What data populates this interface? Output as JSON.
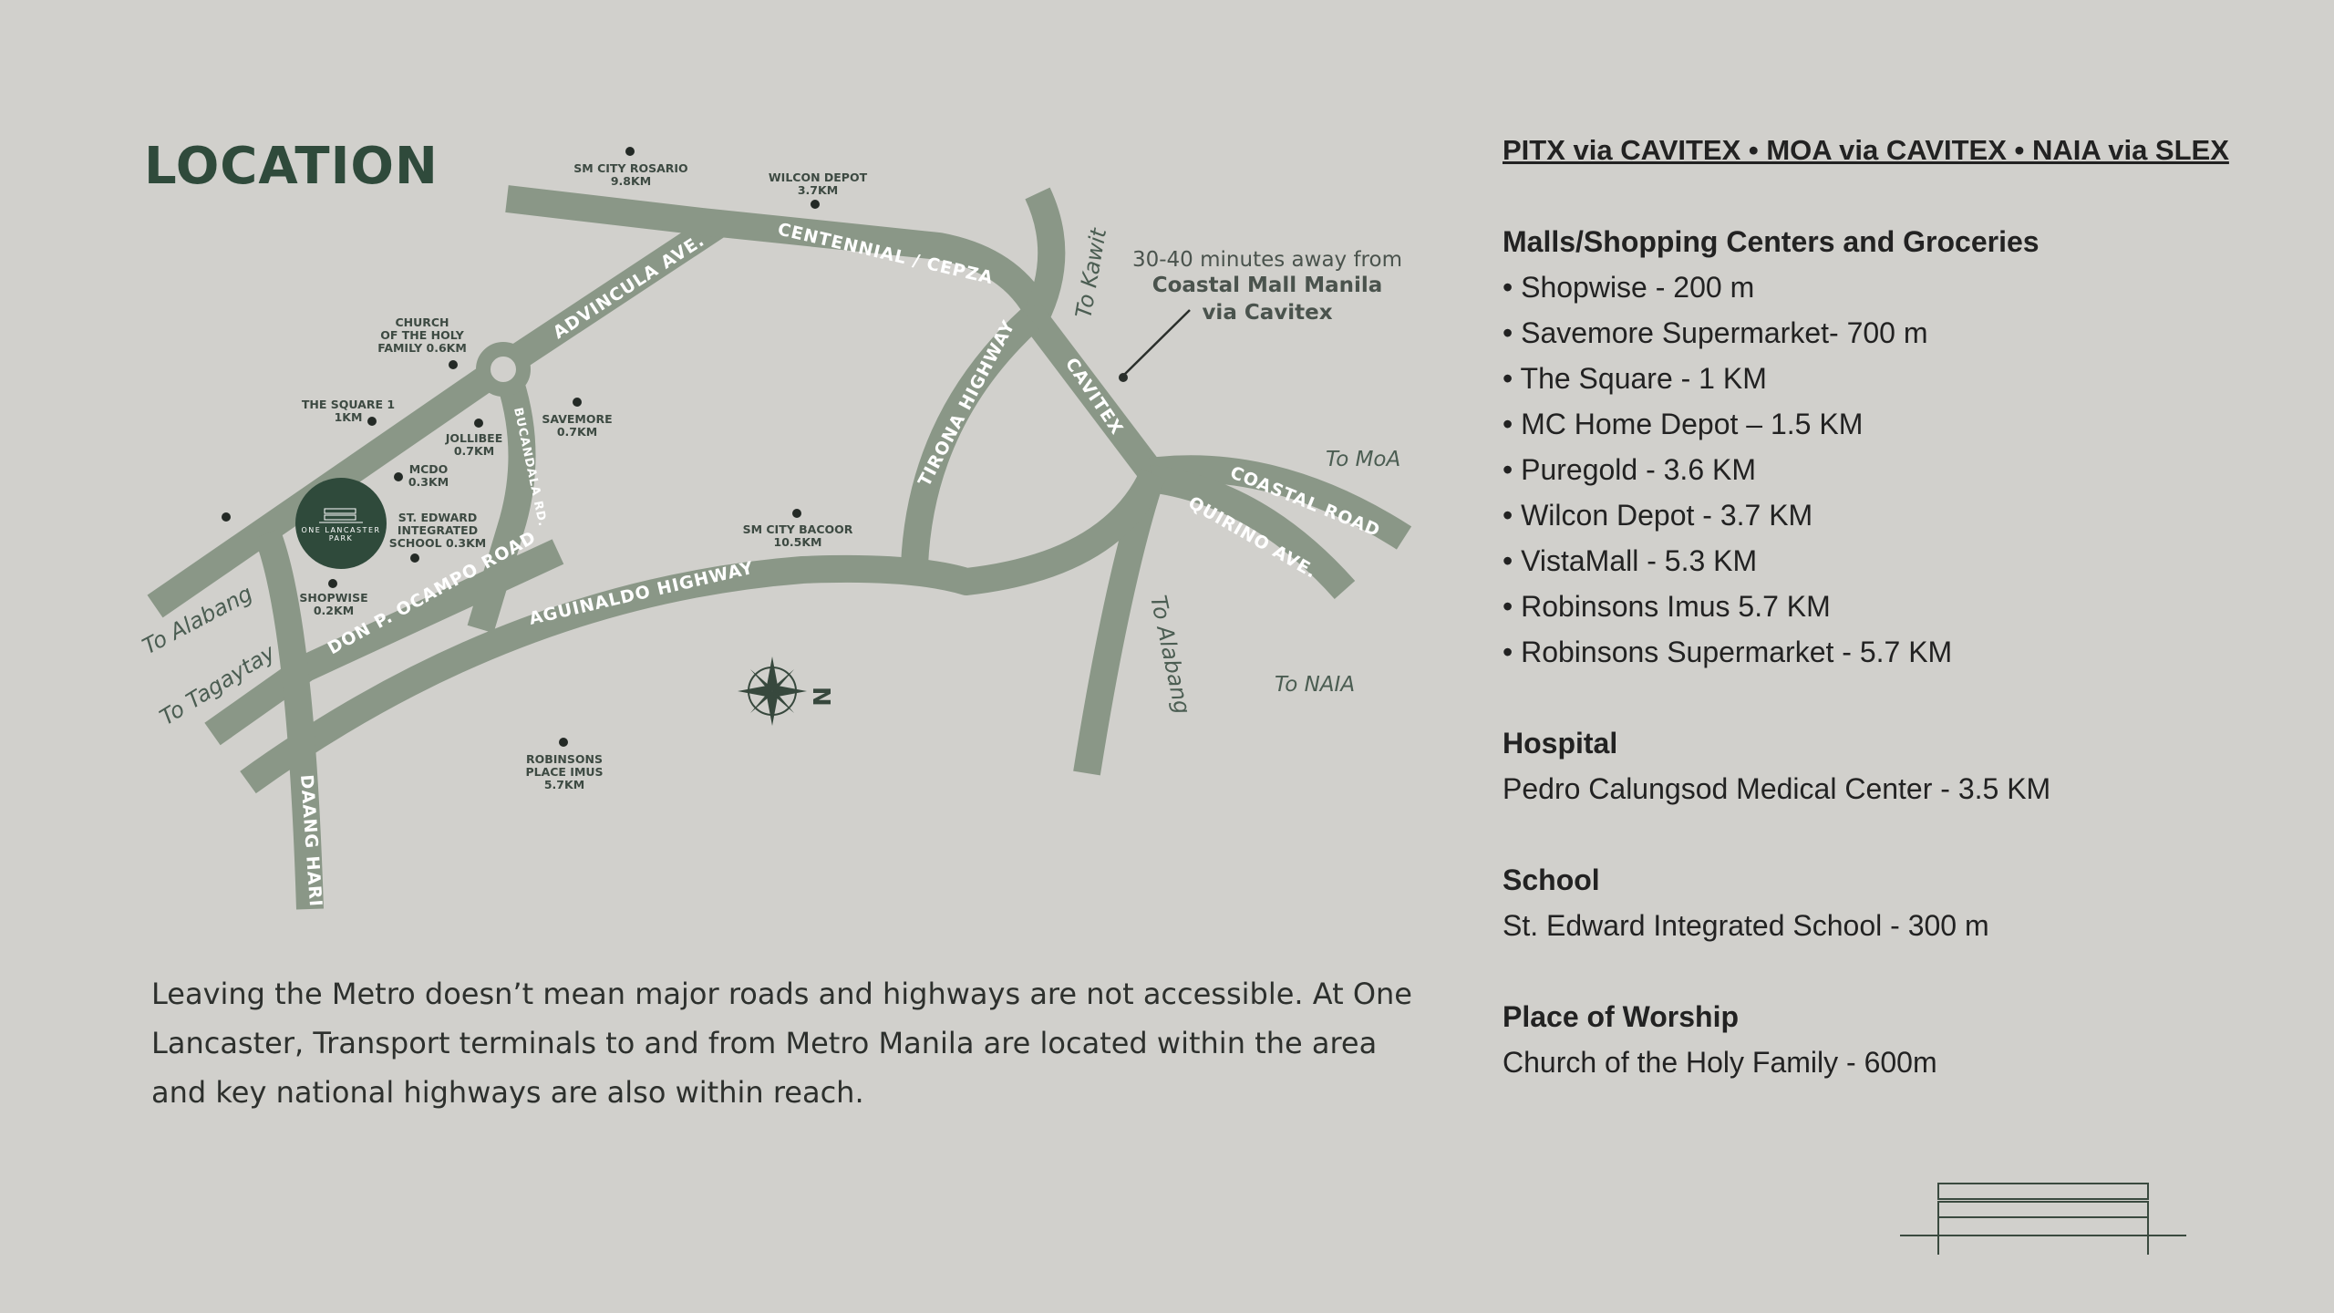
{
  "title": "LOCATION",
  "paragraph": "Leaving the Metro doesn’t mean major roads and highways are not accessible. At One Lancaster, Transport terminals to and from Metro Manila are located within the area and key national highways are also within reach.",
  "map": {
    "roads": {
      "advincula": "ADVINCULA AVE.",
      "centennial": "CENTENNIAL / CEPZA",
      "bucandala": "BUCANDALA RD.",
      "tirona": "TIRONA HIGHWAY",
      "cavitex": "CAVITEX",
      "coastal": "COASTAL ROAD",
      "quirino": "QUIRINO AVE.",
      "ocampo": "DON P. OCAMPO ROAD",
      "aguinaldo": "AGUINALDO HIGHWAY",
      "daanghari": "DAANG HARI"
    },
    "destinations": {
      "alabang_left": "To Alabang",
      "tagaytay": "To Tagaytay",
      "kawit": "To Kawit",
      "moa": "To MoA",
      "naia": "To NAIA",
      "alabang_right": "To Alabang"
    },
    "pois": {
      "smrosario": [
        "SM CITY ROSARIO",
        "9.8KM"
      ],
      "wilcon": [
        "WILCON DEPOT",
        "3.7KM"
      ],
      "church": [
        "CHURCH",
        "OF THE HOLY",
        "FAMILY 0.6KM"
      ],
      "square": [
        "THE SQUARE 1",
        "1KM"
      ],
      "jollibee": [
        "JOLLIBEE",
        "0.7KM"
      ],
      "savemore": [
        "SAVEMORE",
        "0.7KM"
      ],
      "mcdo": [
        "MCDO",
        "0.3KM"
      ],
      "stedward": [
        "ST. EDWARD",
        "INTEGRATED",
        "SCHOOL 0.3KM"
      ],
      "shopwise": [
        "SHOPWISE",
        "0.2KM"
      ],
      "smbacoor": [
        "SM CITY BACOOR",
        "10.5KM"
      ],
      "robinsons": [
        "ROBINSONS",
        "PLACE IMUS",
        "5.7KM"
      ]
    },
    "callout": [
      "30-40 minutes away from",
      "Coastal Mall Manila",
      "via Cavitex"
    ],
    "logo": [
      "ONE LANCASTER",
      "PARK"
    ],
    "north": "N",
    "colors": {
      "road": "#8a9787",
      "logo": "#2f4a3b",
      "background": "#d1d0cc"
    }
  },
  "transport": "PITX via CAVITEX • MOA via CAVITEX • NAIA via SLEX",
  "sections": {
    "malls": {
      "heading": "Malls/Shopping Centers and Groceries",
      "items": [
        "• Shopwise - 200 m",
        "• Savemore Supermarket- 700 m",
        "• The Square - 1 KM",
        "• MC Home Depot – 1.5 KM",
        "• Puregold - 3.6 KM",
        "• Wilcon Depot - 3.7 KM",
        "• VistaMall - 5.3 KM",
        "• Robinsons Imus 5.7 KM",
        "• Robinsons Supermarket - 5.7 KM"
      ]
    },
    "hospital": {
      "heading": "Hospital",
      "items": [
        "Pedro Calungsod Medical Center - 3.5 KM"
      ]
    },
    "school": {
      "heading": "School",
      "items": [
        "St. Edward Integrated School - 300 m"
      ]
    },
    "worship": {
      "heading": "Place of Worship",
      "items": [
        "Church of the Holy Family - 600m"
      ]
    }
  }
}
